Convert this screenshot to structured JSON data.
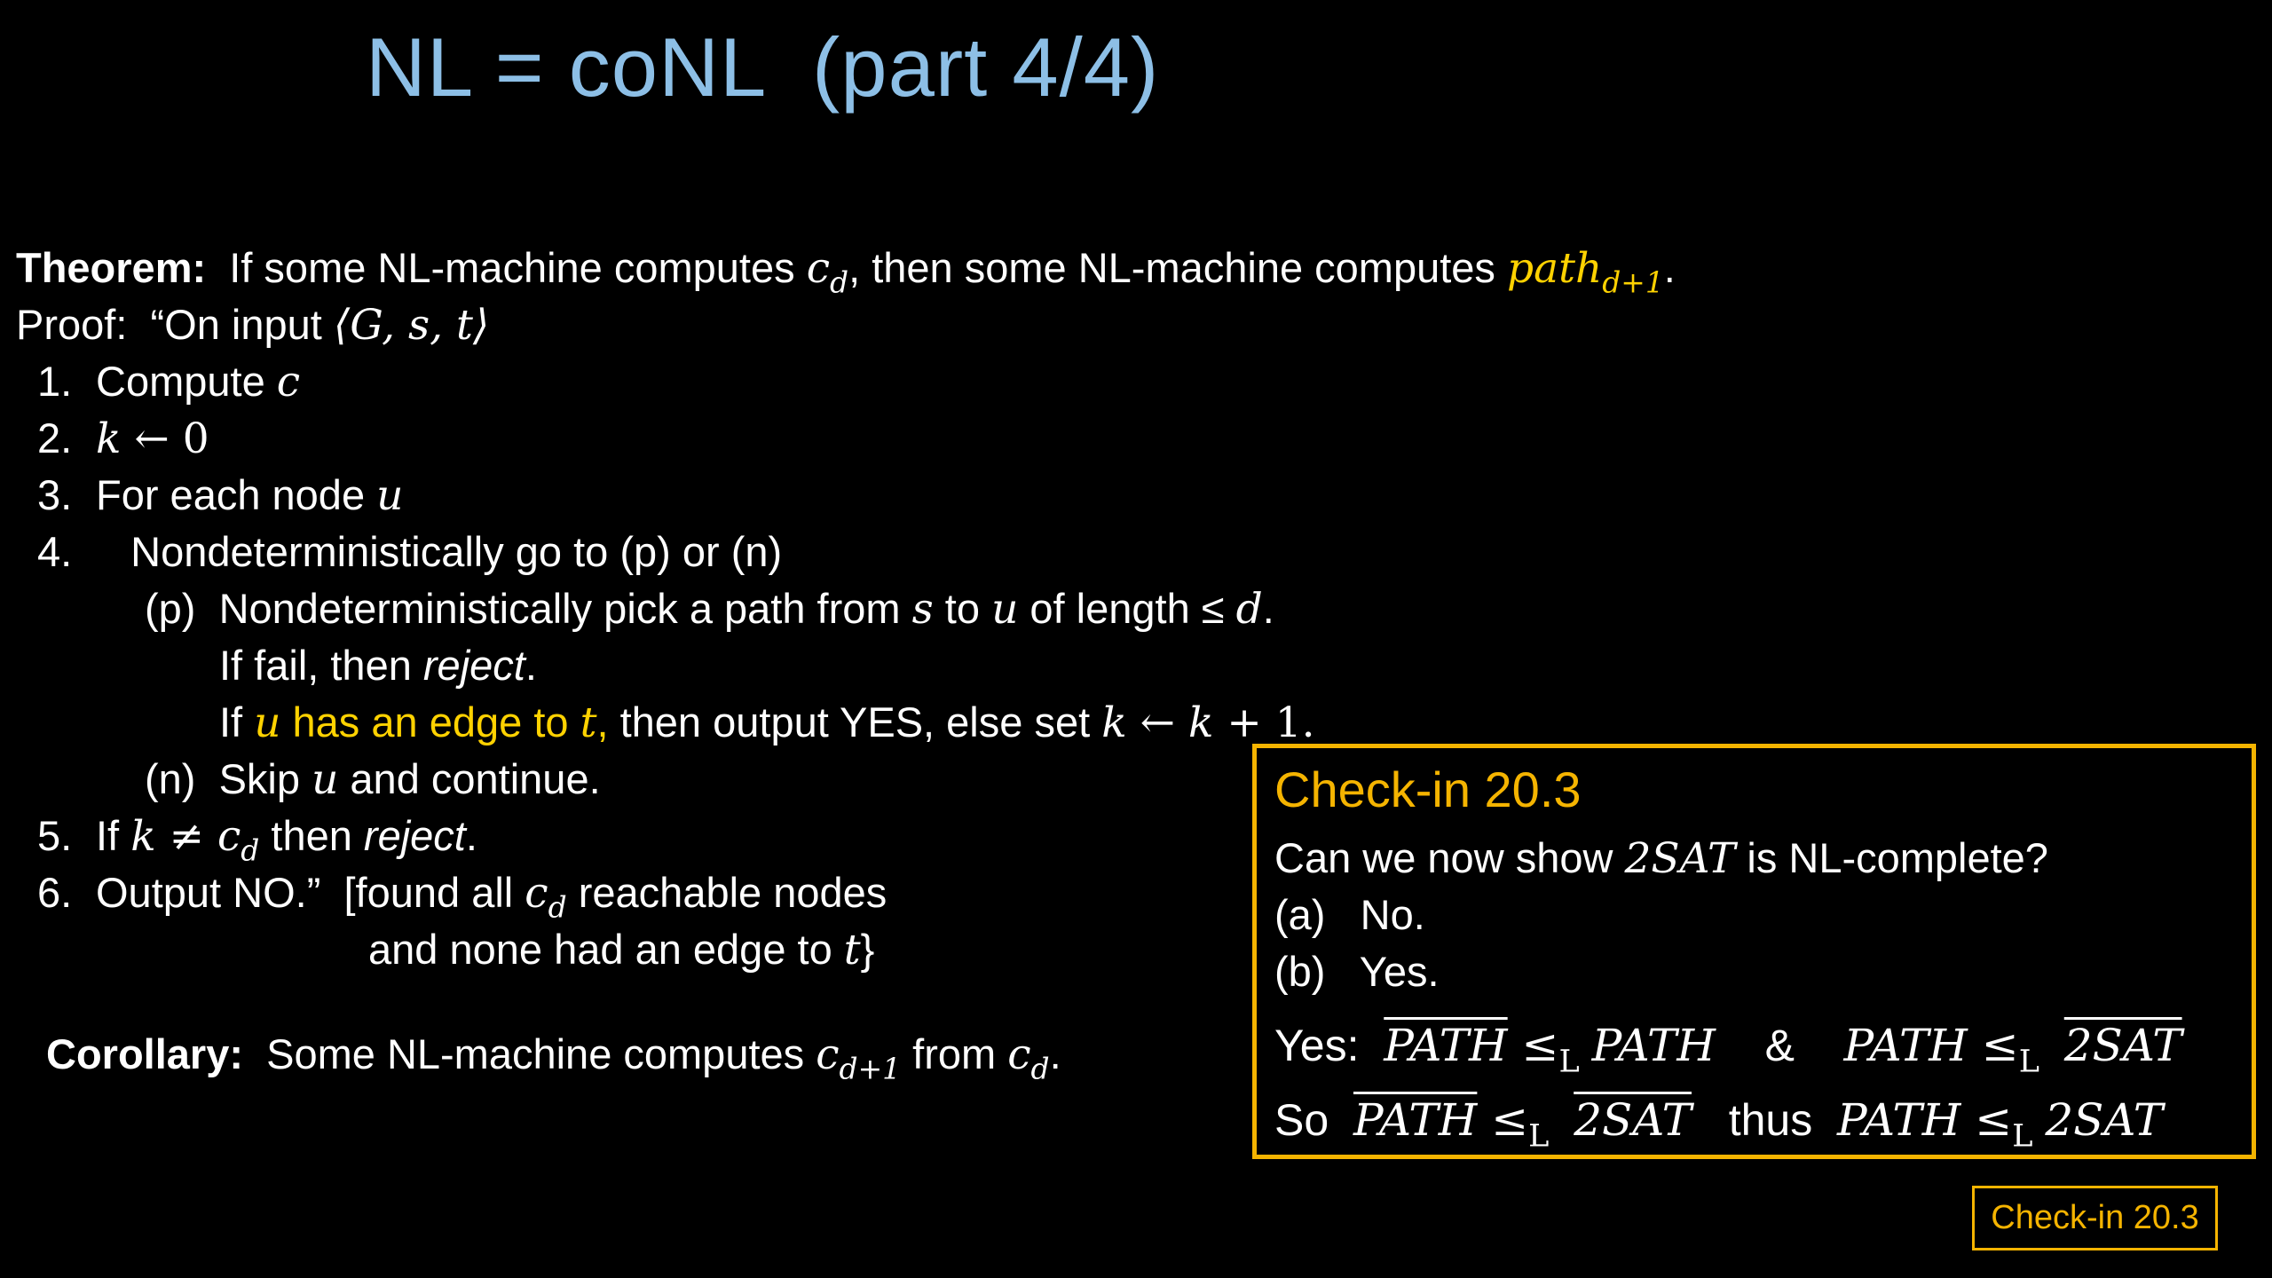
{
  "title": "NL = coNL  (part 4/4)",
  "theorem": {
    "label": "Theorem:",
    "text_before": "  If some NL-machine computes ",
    "c": "c",
    "d": "d",
    "text_mid": ", then some NL-machine computes ",
    "path": "path",
    "path_sub": "d+1",
    "text_end": "."
  },
  "proof": {
    "intro": "Proof:  “On input ",
    "input": "⟨G, s, t⟩"
  },
  "steps": {
    "s1": {
      "num": "1.",
      "text": "Compute ",
      "var": "c"
    },
    "s2": {
      "num": "2.",
      "var": "k",
      "rest": " ← 0"
    },
    "s3": {
      "num": "3.",
      "text": "For each node ",
      "var": "u"
    },
    "s4": {
      "num": "4.",
      "text": "   Nondeterministically go to (p) or (n)"
    },
    "p1": {
      "label": "(p)",
      "text_a": "Nondeterministically pick a path from ",
      "s": "s",
      "text_b": " to ",
      "u": "u",
      "text_c": " of length ≤ ",
      "d": "d",
      "text_d": "."
    },
    "p2": {
      "text_a": "If fail, then ",
      "reject": "reject",
      "text_b": "."
    },
    "p3": {
      "text_a": "If ",
      "u": "u",
      "yellow_mid": " has an edge to ",
      "t": "t",
      "yellow_end": ",",
      "text_b": " then output YES, else set ",
      "k1": "k",
      "arrow": " ← ",
      "k2": "k",
      "plus": " + 1."
    },
    "n1": {
      "label": "(n)",
      "text_a": "Skip ",
      "u": "u",
      "text_b": " and continue."
    },
    "s5": {
      "num": "5.",
      "text_a": "If ",
      "k": "k",
      "neq": " ≠ ",
      "c": "c",
      "d": "d",
      "text_b": " then ",
      "reject": "reject",
      "text_c": "."
    },
    "s6": {
      "num": "6.",
      "text_a": "Output NO.”  [found all ",
      "c": "c",
      "d": "d",
      "text_b": " reachable nodes"
    },
    "s6b": {
      "text_a": "and none had an edge to ",
      "t": "t",
      "text_b": "}"
    }
  },
  "corollary": {
    "label": "Corollary:",
    "text_a": "  Some NL-machine computes ",
    "c1": "c",
    "sub1": "d+1",
    "text_b": " from ",
    "c2": "c",
    "sub2": "d",
    "text_c": "."
  },
  "checkin": {
    "heading": "Check-in 20.3",
    "question_a": "Can we now show ",
    "question_math": "2SAT",
    "question_b": " is NL-complete?",
    "option_a_label": "(a)",
    "option_a": "No.",
    "option_b_label": "(b)",
    "option_b": "Yes.",
    "yes_label": "Yes:",
    "path": "PATH",
    "leq": " ≤",
    "L": "L",
    "amp": "&",
    "twosat": "2SAT",
    "so_label": "So",
    "thus": "thus"
  },
  "badge": "Check-in 20.3"
}
